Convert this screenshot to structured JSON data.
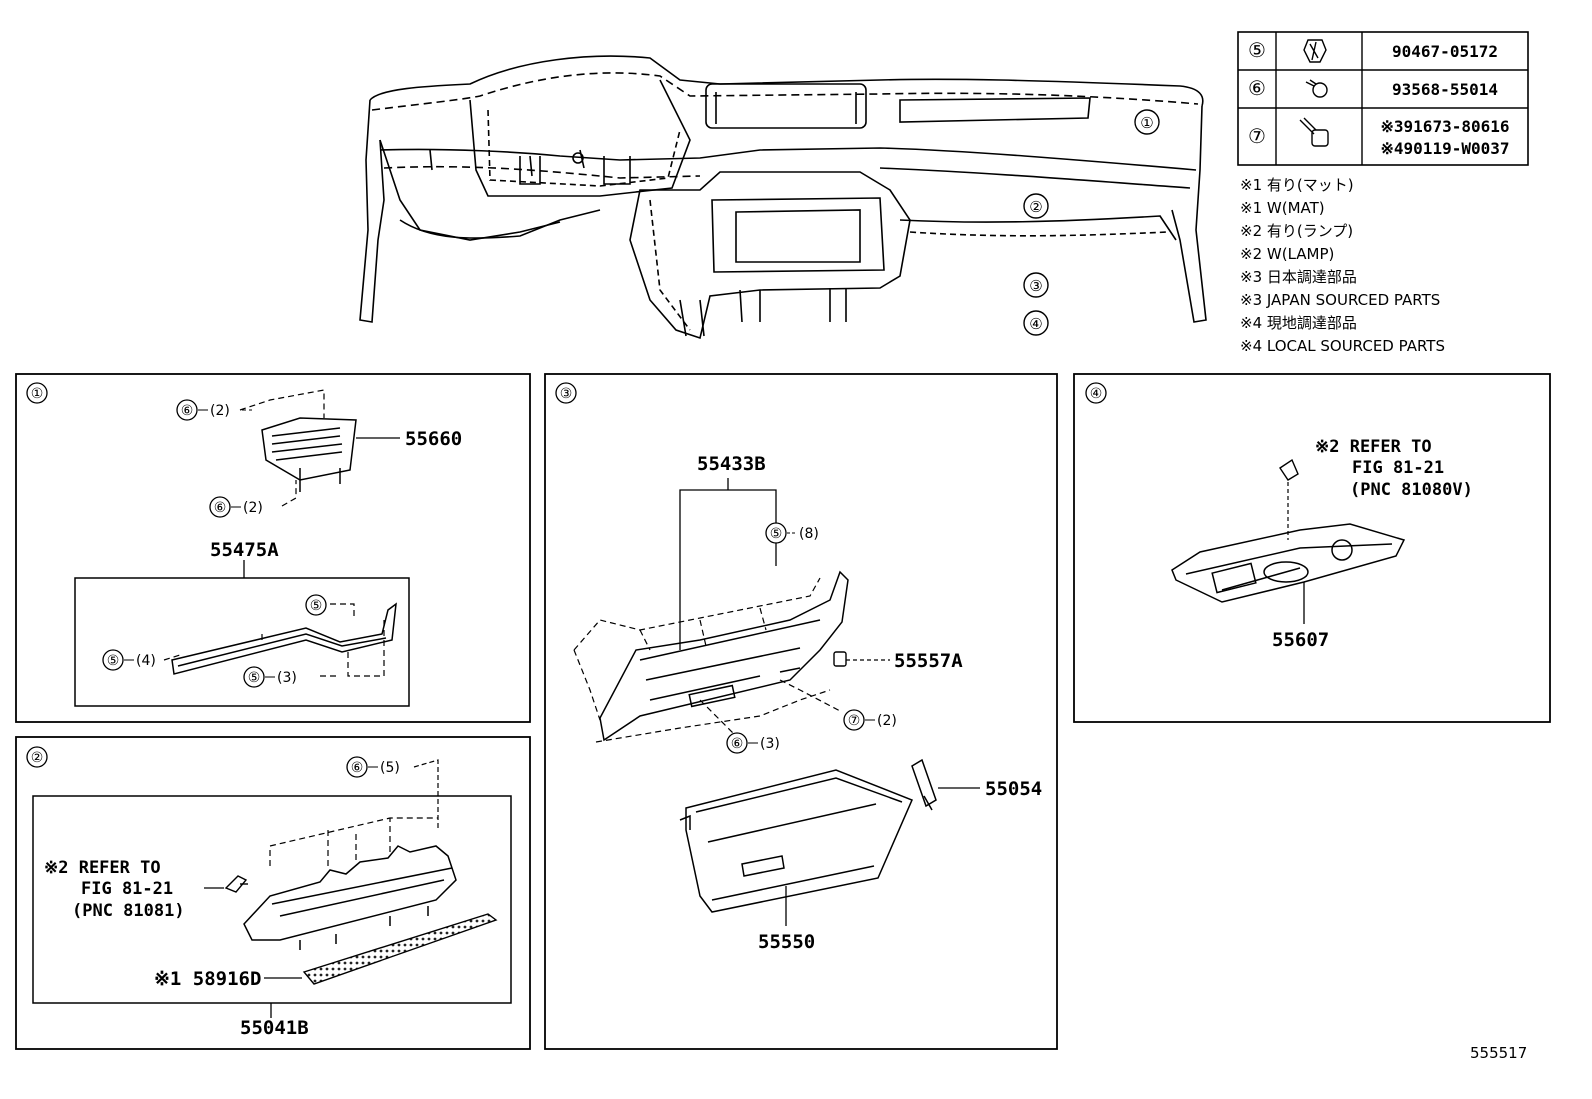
{
  "fastener_table": [
    {
      "ref": "⑤",
      "part": "90467-05172"
    },
    {
      "ref": "⑥",
      "part": "93568-55014"
    },
    {
      "ref": "⑦",
      "part_lines": [
        "※391673-80616",
        "※490119-W0037"
      ]
    }
  ],
  "notes": [
    "※1 有り(マット)",
    "※1 W(MAT)",
    "※2 有り(ランプ)",
    "※2 W(LAMP)",
    "※3 日本調達部品",
    "※3 JAPAN SOURCED PARTS",
    "※4 現地調達部品",
    "※4 LOCAL SOURCED PARTS"
  ],
  "overview_callouts": [
    "①",
    "②",
    "③",
    "④"
  ],
  "panel1": {
    "num": "①",
    "parts": {
      "p55660": "55660",
      "p55475A": "55475A"
    },
    "qty": {
      "q6a": "(2)",
      "q6b": "(2)",
      "q5c": "(4)",
      "q5d": "(3)"
    }
  },
  "panel2": {
    "num": "②",
    "refer": [
      "※2 REFER TO",
      "FIG 81-21",
      "(PNC 81081)"
    ],
    "parts": {
      "p58916D": "※1 58916D",
      "p55041B": "55041B"
    },
    "qty": {
      "q6": "(5)"
    }
  },
  "panel3": {
    "num": "③",
    "parts": {
      "p55433B": "55433B",
      "p55557A": "55557A",
      "p55054": "55054",
      "p55550": "55550"
    },
    "qty": {
      "q5": "(8)",
      "q6": "(3)",
      "q7": "(2)"
    }
  },
  "panel4": {
    "num": "④",
    "refer": [
      "※2 REFER TO",
      "FIG 81-21",
      "(PNC 81080V)"
    ],
    "parts": {
      "p55607": "55607"
    }
  },
  "circled": {
    "five": "⑤",
    "six": "⑥",
    "seven": "⑦"
  },
  "figure_code": "555517"
}
